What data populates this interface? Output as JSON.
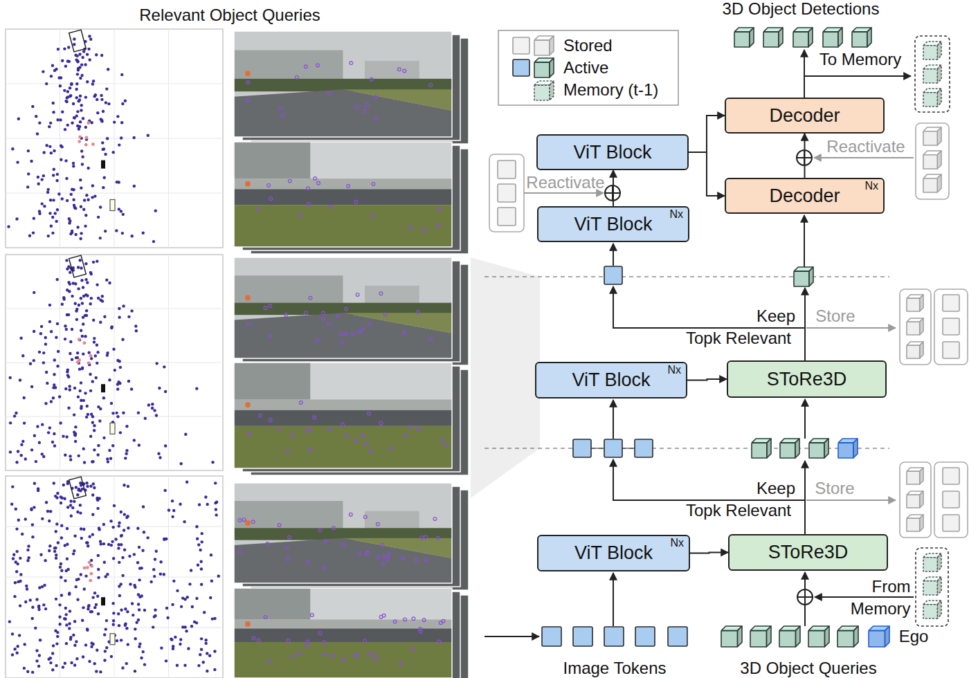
{
  "diagram": {
    "nodes": [
      {
        "text": [
          "Decoder"
        ]
      },
      {
        "text": [
          "ViT Block"
        ]
      },
      {
        "text": [
          "Decoder",
          "Nx"
        ]
      },
      {
        "text": [
          "ViT Block",
          "Nx"
        ]
      },
      {
        "text": [
          "ViT Block",
          "Nx"
        ]
      },
      {
        "text": [
          "SToRe3D"
        ]
      },
      {
        "text": [
          "ViT Block",
          "Nx"
        ]
      },
      {
        "text": [
          "SToRe3D"
        ]
      }
    ],
    "edges": [
      {
        "from": 6,
        "to": 7,
        "arrow": "to"
      },
      {
        "from": 4,
        "to": 5,
        "arrow": "to"
      },
      {
        "from": 3,
        "to": 1,
        "arrow": "to"
      },
      {
        "from": 1,
        "to": 0,
        "arrow": "to"
      },
      {
        "from": 1,
        "to": 2,
        "arrow": "to"
      },
      {
        "from": 2,
        "to": 0,
        "arrow": "to"
      }
    ],
    "labels": [
      "Relevant Object Queries",
      "3D Object Detections",
      "To Memory",
      "Reactivate",
      "Reactivate",
      "Keep",
      "Store",
      "Topk Relevant",
      "Keep",
      "Store",
      "Topk Relevant",
      "From Memory",
      "Ego",
      "Image Tokens",
      "3D Object Queries"
    ],
    "legend": [
      {
        "text": "Stored"
      },
      {
        "text": "Active"
      },
      {
        "text": "Memory (t-1)"
      }
    ]
  }
}
